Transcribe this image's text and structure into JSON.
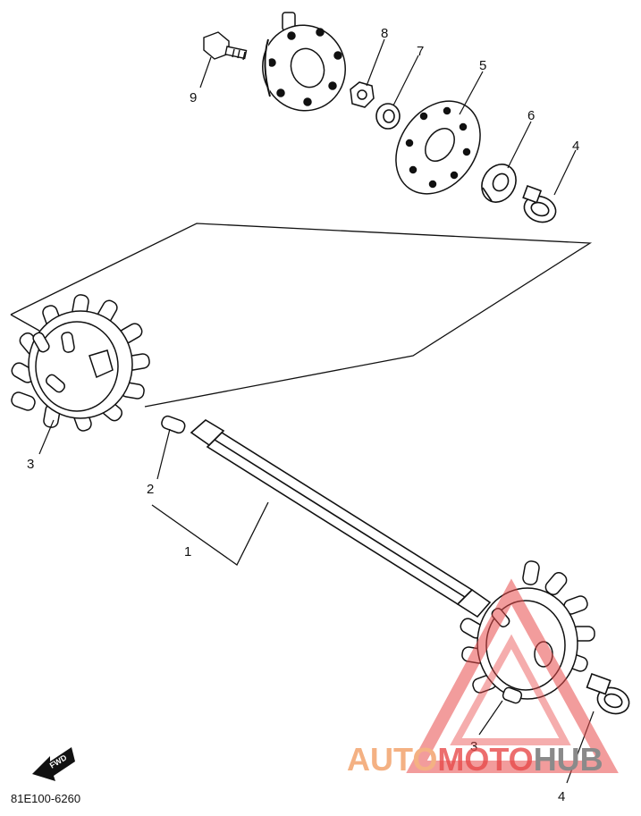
{
  "callouts": {
    "c1": "1",
    "c2": "2",
    "c3a": "3",
    "c3b": "3",
    "c4a": "4",
    "c4b": "4",
    "c5": "5",
    "c6": "6",
    "c7": "7",
    "c8": "8",
    "c9": "9"
  },
  "part_code": "81E100-6260",
  "fwd_label": "FWD",
  "watermark": {
    "part1": "AUTO",
    "part2": "MOTO",
    "part3": "HUB",
    "color_orange": "#f4b183",
    "color_red": "#e84a4a",
    "color_gray": "#8a8a8a"
  }
}
